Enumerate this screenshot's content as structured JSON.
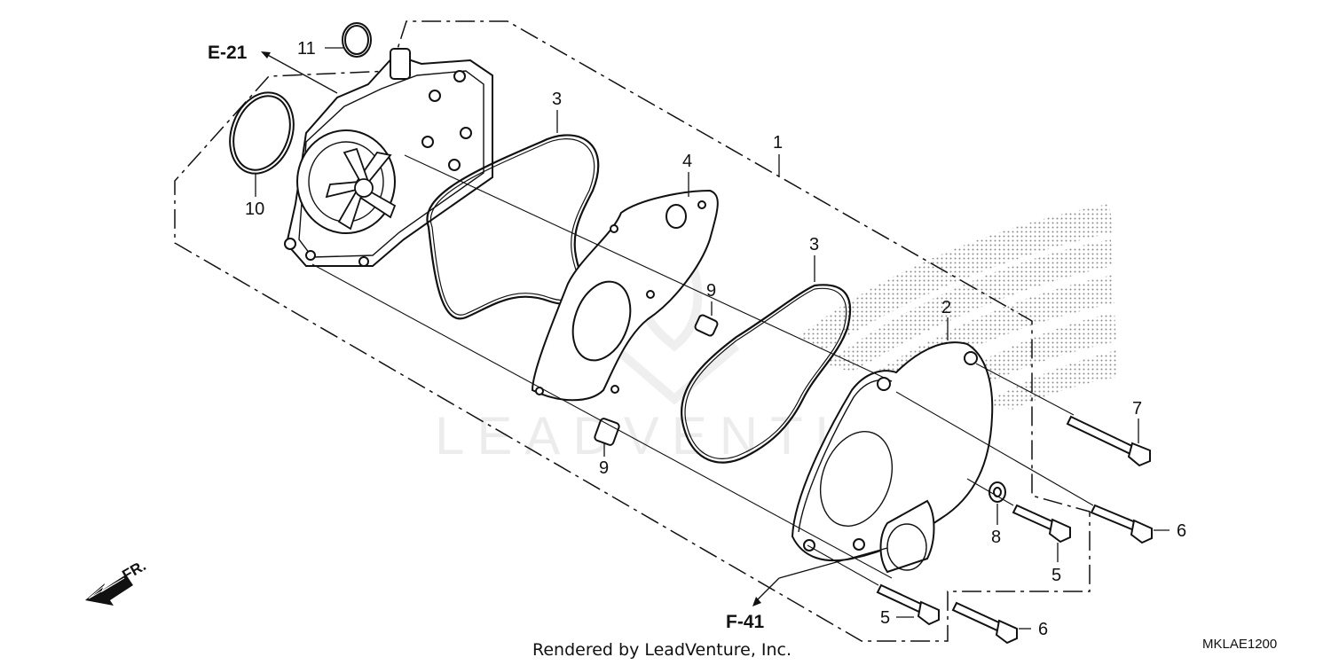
{
  "diagram": {
    "callouts": [
      {
        "id": "c11",
        "text": "11"
      },
      {
        "id": "c10",
        "text": "10"
      },
      {
        "id": "c3a",
        "text": "3"
      },
      {
        "id": "c4",
        "text": "4"
      },
      {
        "id": "c1",
        "text": "1"
      },
      {
        "id": "c9a",
        "text": "9"
      },
      {
        "id": "c9b",
        "text": "9"
      },
      {
        "id": "c3b",
        "text": "3"
      },
      {
        "id": "c2",
        "text": "2"
      },
      {
        "id": "c7",
        "text": "7"
      },
      {
        "id": "c6a",
        "text": "6"
      },
      {
        "id": "c8",
        "text": "8"
      },
      {
        "id": "c5a",
        "text": "5"
      },
      {
        "id": "c5b",
        "text": "5"
      },
      {
        "id": "c6b",
        "text": "6"
      }
    ],
    "references": {
      "e21": "E-21",
      "f41": "F-41"
    },
    "front_label": "FR.",
    "watermark": "LEADVENTURE",
    "credit": "Rendered by LeadVenture, Inc.",
    "diagram_code": "MKLAE1200"
  }
}
